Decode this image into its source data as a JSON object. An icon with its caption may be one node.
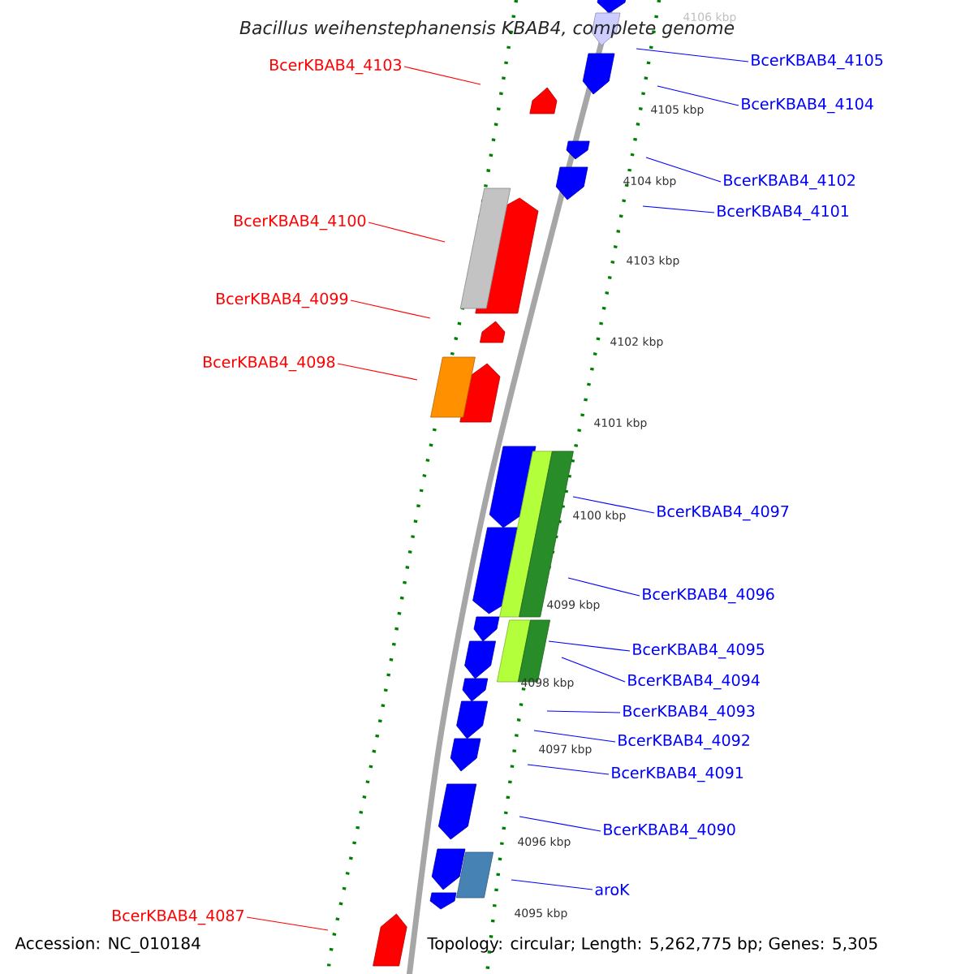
{
  "diagram": {
    "title": "Bacillus weihenstephanensis KBAB4, complete genome",
    "nodes": [
      {
        "text": [
          "BcerKBAB4_4105"
        ]
      },
      {
        "text": [
          "BcerKBAB4_4103"
        ]
      },
      {
        "text": [
          "BcerKBAB4_4104"
        ]
      },
      {
        "text": [
          "BcerKBAB4_4102"
        ]
      },
      {
        "text": [
          "BcerKBAB4_4101"
        ]
      },
      {
        "text": [
          "BcerKBAB4_4100"
        ]
      },
      {
        "text": [
          "BcerKBAB4_4099"
        ]
      },
      {
        "text": [
          "BcerKBAB4_4098"
        ]
      },
      {
        "text": [
          "BcerKBAB4_4097"
        ]
      },
      {
        "text": [
          "BcerKBAB4_4096"
        ]
      },
      {
        "text": [
          "BcerKBAB4_4095"
        ]
      },
      {
        "text": [
          "BcerKBAB4_4094"
        ]
      },
      {
        "text": [
          "BcerKBAB4_4093"
        ]
      },
      {
        "text": [
          "BcerKBAB4_4092"
        ]
      },
      {
        "text": [
          "BcerKBAB4_4091"
        ]
      },
      {
        "text": [
          "BcerKBAB4_4090"
        ]
      },
      {
        "text": [
          "aroK"
        ]
      },
      {
        "text": [
          "BcerKBAB4_4087"
        ]
      }
    ],
    "edges": [
      {
        "from": 0,
        "to": null,
        "arrow": "none"
      },
      {
        "from": 1,
        "to": null,
        "arrow": "none",
        "color": "#ff0000"
      },
      {
        "from": 2,
        "to": null,
        "arrow": "none"
      },
      {
        "from": 3,
        "to": null,
        "arrow": "none"
      },
      {
        "from": 4,
        "to": null,
        "arrow": "none"
      },
      {
        "from": 5,
        "to": null,
        "arrow": "none",
        "color": "#ff0000"
      },
      {
        "from": 6,
        "to": null,
        "arrow": "none",
        "color": "#ff0000"
      },
      {
        "from": 7,
        "to": null,
        "arrow": "none",
        "color": "#ff0000"
      },
      {
        "from": 8,
        "to": null,
        "arrow": "none"
      },
      {
        "from": 9,
        "to": null,
        "arrow": "none"
      },
      {
        "from": 10,
        "to": null,
        "arrow": "none"
      },
      {
        "from": 11,
        "to": null,
        "arrow": "none"
      },
      {
        "from": 12,
        "to": null,
        "arrow": "none"
      },
      {
        "from": 13,
        "to": null,
        "arrow": "none"
      },
      {
        "from": 14,
        "to": null,
        "arrow": "none"
      },
      {
        "from": 15,
        "to": null,
        "arrow": "none"
      },
      {
        "from": 16,
        "to": null,
        "arrow": "none"
      },
      {
        "from": 17,
        "to": null,
        "arrow": "none",
        "color": "#ff0000"
      }
    ],
    "labels": [
      "4106 kbp",
      "4105 kbp",
      "4104 kbp",
      "4103 kbp",
      "4102 kbp",
      "4101 kbp",
      "4100 kbp",
      "4099 kbp",
      "4098 kbp",
      "4097 kbp",
      "4096 kbp",
      "4095 kbp",
      "Accession: NC_010184",
      "Topology: circular; Length: 5,262,775 bp; Genes: 5,305"
    ]
  }
}
